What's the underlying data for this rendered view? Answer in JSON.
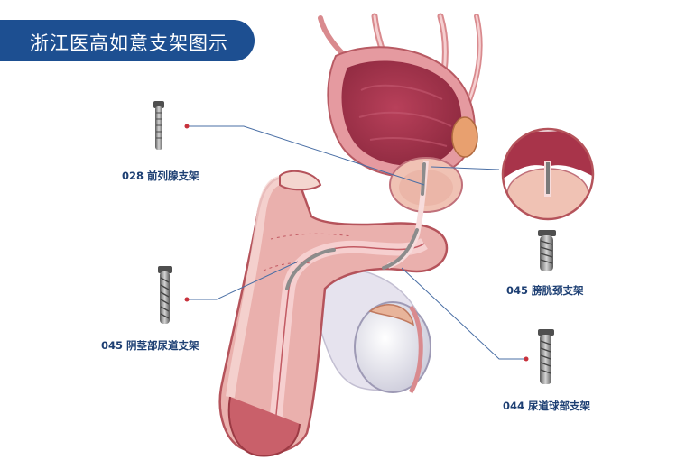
{
  "title": "浙江医高如意支架图示",
  "stents": [
    {
      "id": "prostate",
      "code": "028",
      "name": "前列腺支架",
      "text": "028 前列腺支架"
    },
    {
      "id": "penile",
      "code": "045",
      "name": "阴茎部尿道支架",
      "text": "045 阴茎部尿道支架"
    },
    {
      "id": "bladder-neck",
      "code": "045",
      "name": "膀胱颈支架",
      "text": "045 膀胱颈支架"
    },
    {
      "id": "bulbar",
      "code": "044",
      "name": "尿道球部支架",
      "text": "044 尿道球部支架"
    }
  ],
  "colors": {
    "banner": "#1d4f91",
    "label": "#1d3f73",
    "leader": "#4a6fa5",
    "tissue": "#e8a6a8",
    "tissue_dark": "#b8484f",
    "bladder_inner": "#a8344a",
    "urethra": "#f3c9c9",
    "stent": "#8c8c8c"
  }
}
